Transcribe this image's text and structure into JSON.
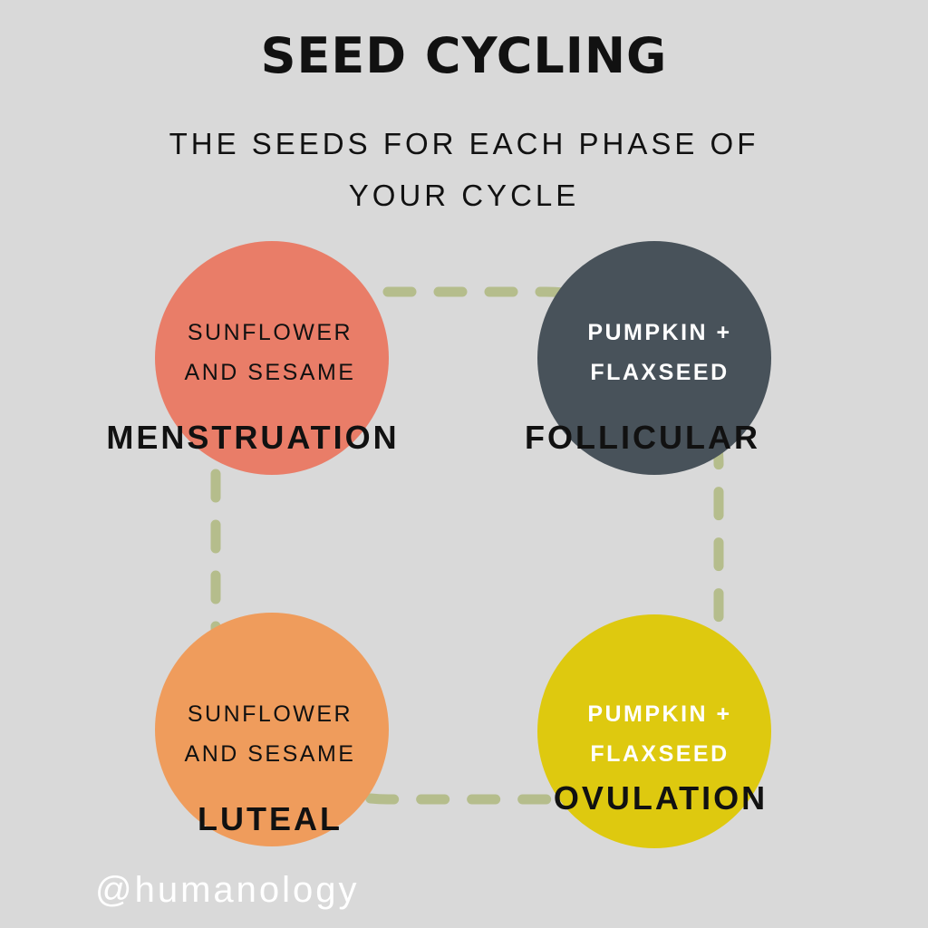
{
  "title": "SEED CYCLING",
  "subtitle": [
    "THE SEEDS FOR EACH PHASE OF",
    "YOUR CYCLE"
  ],
  "colors": {
    "background": "#d9d9d9",
    "menstruation": "#e97d68",
    "follicular": "#48525a",
    "luteal": "#ef9c5c",
    "ovulation": "#dec90f",
    "connector": "#b5bd8c"
  },
  "phases": [
    {
      "name": "MENSTRUATION",
      "seeds": [
        "SUNFLOWER",
        "AND SESAME"
      ]
    },
    {
      "name": "FOLLICULAR",
      "seeds": [
        "PUMPKIN +",
        "FLAXSEED"
      ]
    },
    {
      "name": "LUTEAL",
      "seeds": [
        "SUNFLOWER",
        "AND SESAME"
      ]
    },
    {
      "name": "OVULATION",
      "seeds": [
        "PUMPKIN +",
        "FLAXSEED"
      ]
    }
  ],
  "handle": "@humanology"
}
